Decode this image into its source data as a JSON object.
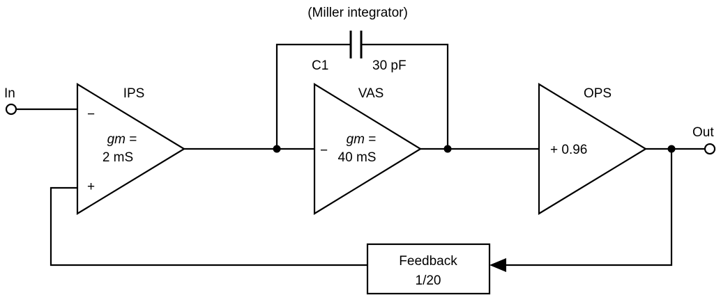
{
  "diagram": {
    "miller_caption": "(Miller integrator)",
    "capacitor": {
      "name": "C1",
      "value": "30 pF"
    },
    "input_label": "In",
    "output_label": "Out",
    "ips": {
      "title": "IPS",
      "minus": "−",
      "plus": "+",
      "gm_label": "gm",
      "gm_eq": " =",
      "gm_value": "2 mS"
    },
    "vas": {
      "title": "VAS",
      "minus": "−",
      "gm_label": "gm",
      "gm_eq": " =",
      "gm_value": "40 mS"
    },
    "ops": {
      "title": "OPS",
      "gain": "+ 0.96"
    },
    "feedback": {
      "title": "Feedback",
      "ratio": "1/20"
    }
  }
}
